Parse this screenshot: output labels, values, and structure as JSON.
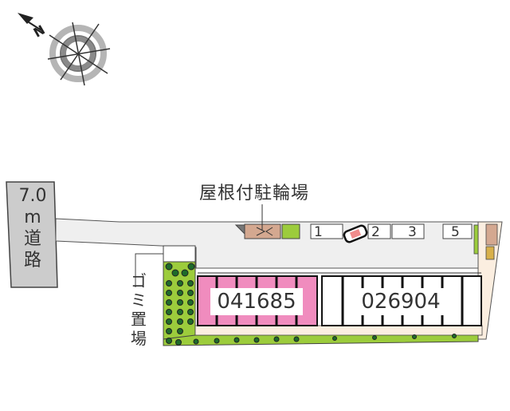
{
  "compass": {
    "icon": "north-arrow-compass-icon",
    "direction_label": "N"
  },
  "road": {
    "label_lines": [
      "7.0",
      "m",
      "道",
      "路"
    ]
  },
  "bike_parking": {
    "label": "屋根付駐輪場"
  },
  "garbage": {
    "label_lines": [
      "ゴ",
      "ミ",
      "置",
      "場"
    ]
  },
  "parking_spaces": [
    {
      "number": "1"
    },
    {
      "number": "2"
    },
    {
      "number": "3"
    },
    {
      "number": "5"
    }
  ],
  "buildings": [
    {
      "id": "041685",
      "color": "#f08cbe",
      "highlighted": true
    },
    {
      "id": "026904",
      "color": "#ffffff",
      "highlighted": false
    }
  ],
  "colors": {
    "road": "#cccccc",
    "lot": "#efefef",
    "greenery": "#9ccc3c",
    "tree": "#1e6b2a",
    "highlight": "#f08cbe",
    "walkway": "#fbeee0"
  }
}
